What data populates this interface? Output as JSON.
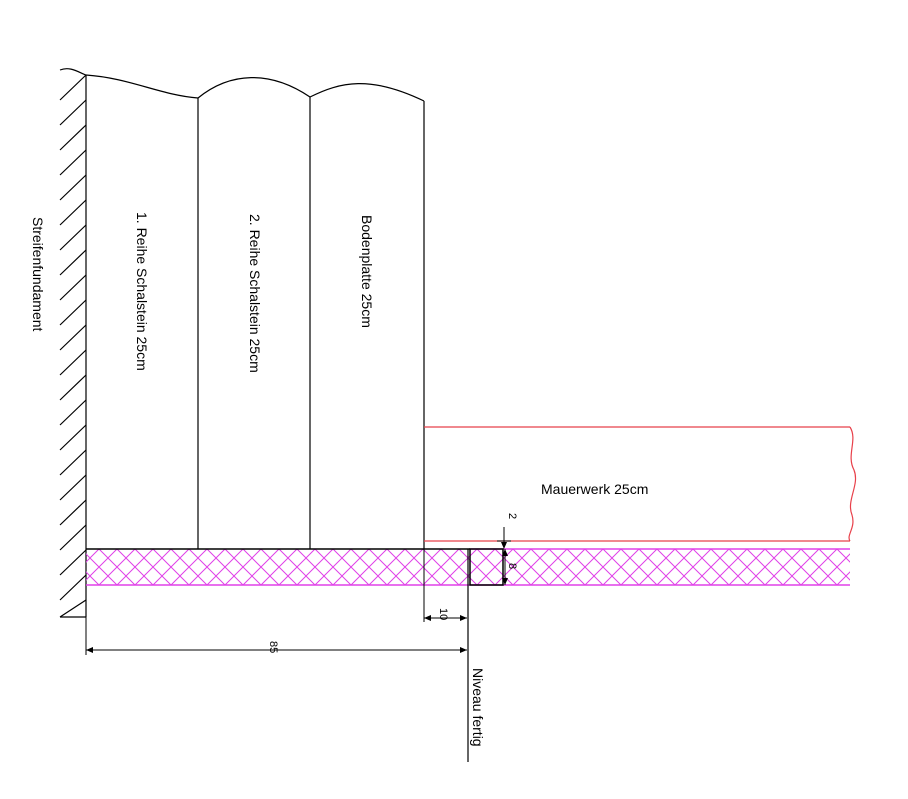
{
  "labels": {
    "streifenfundament": "Streifenfundament",
    "reihe1": "1. Reihe Schalstein 25cm",
    "reihe2": "2. Reihe Schalstein 25cm",
    "bodenplatte": "Bodenplatte 25cm",
    "mauerwerk": "Mauerwerk 25cm",
    "niveau": "Niveau fertig"
  },
  "dimensions": {
    "d85": "85",
    "d10": "10",
    "d8": "8",
    "d2": "2"
  },
  "colors": {
    "line": "#000000",
    "hatch": "#e040e8",
    "masonry": "#e8404a"
  }
}
